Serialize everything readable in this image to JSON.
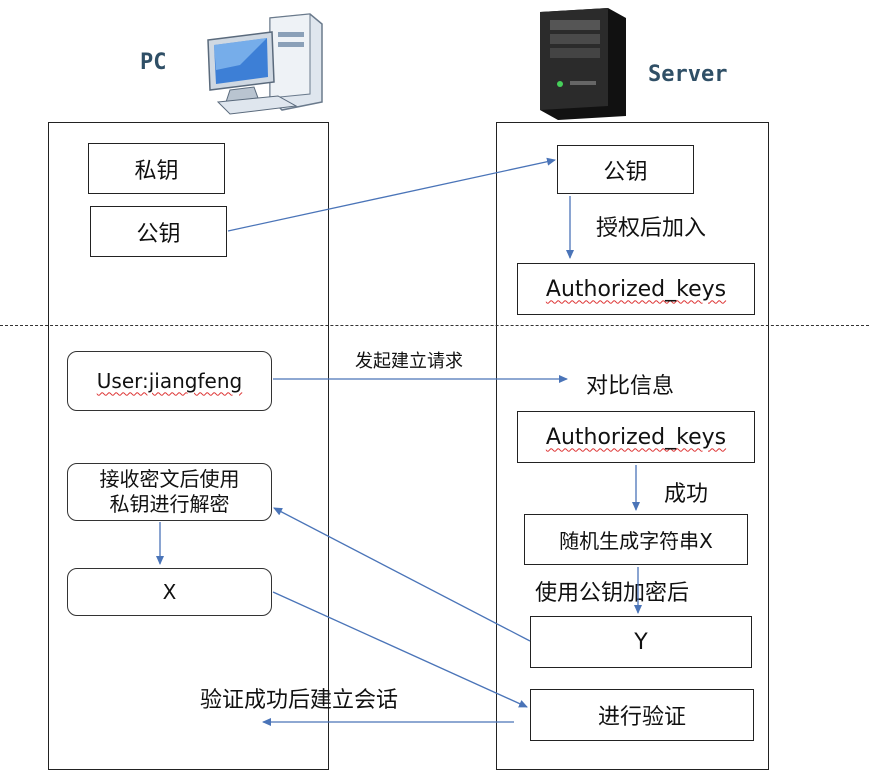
{
  "pc": {
    "heading": "PC",
    "private_key": "私钥",
    "public_key": "公钥",
    "user": "User:jiangfeng",
    "decrypt_step": "接收密文后使用\n私钥进行解密",
    "x_value": "X"
  },
  "server": {
    "heading": "Server",
    "public_key": "公钥",
    "authorize_label": "授权后加入",
    "authorized_keys_top": "Authorized_keys",
    "compare": "对比信息",
    "authorized_keys_bottom": "Authorized_keys",
    "success_label": "成功",
    "random_string": "随机生成字符串X",
    "encrypt_label": "使用公钥加密后",
    "y_value": "Y",
    "verify": "进行验证"
  },
  "labels": {
    "request": "发起建立请求",
    "verify_success": "验证成功后建立会话"
  },
  "colors": {
    "arrow": "#4a74b8",
    "heading": "#2f4f66",
    "spell_underline": "#d33"
  },
  "icons": [
    "computer-icon",
    "server-tower-icon"
  ]
}
